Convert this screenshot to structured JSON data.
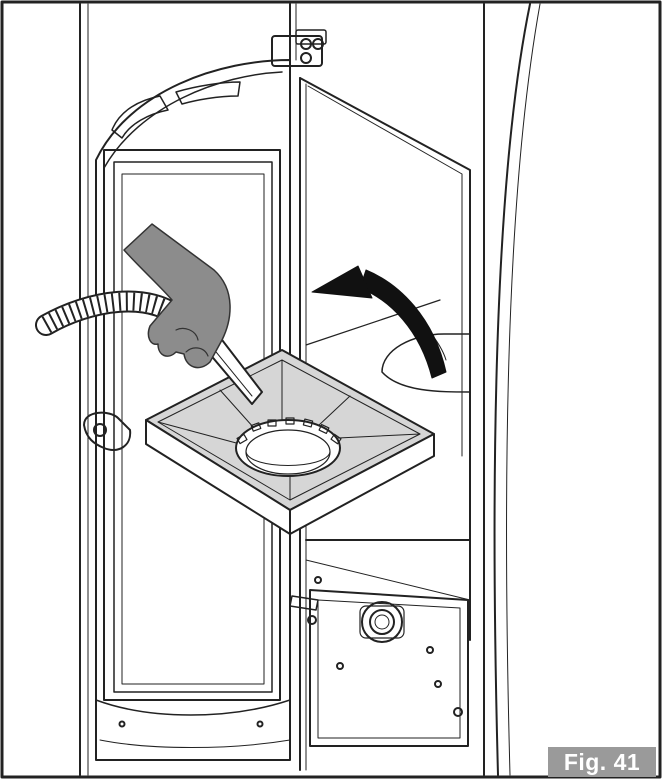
{
  "figure": {
    "label": "Fig. 41"
  },
  "colors": {
    "line": "#222222",
    "label_bg": "#9a9a9a",
    "label_text": "#ffffff",
    "hand_fill": "#8c8c8c",
    "tray_top": "#d6d6d6",
    "tray_side": "#ffffff",
    "arrow": "#111111"
  },
  "icons": {
    "rotate_arrow": "curved-arrow-icon",
    "hose": "vacuum-hose",
    "hand": "hand-holding-nozzle"
  }
}
